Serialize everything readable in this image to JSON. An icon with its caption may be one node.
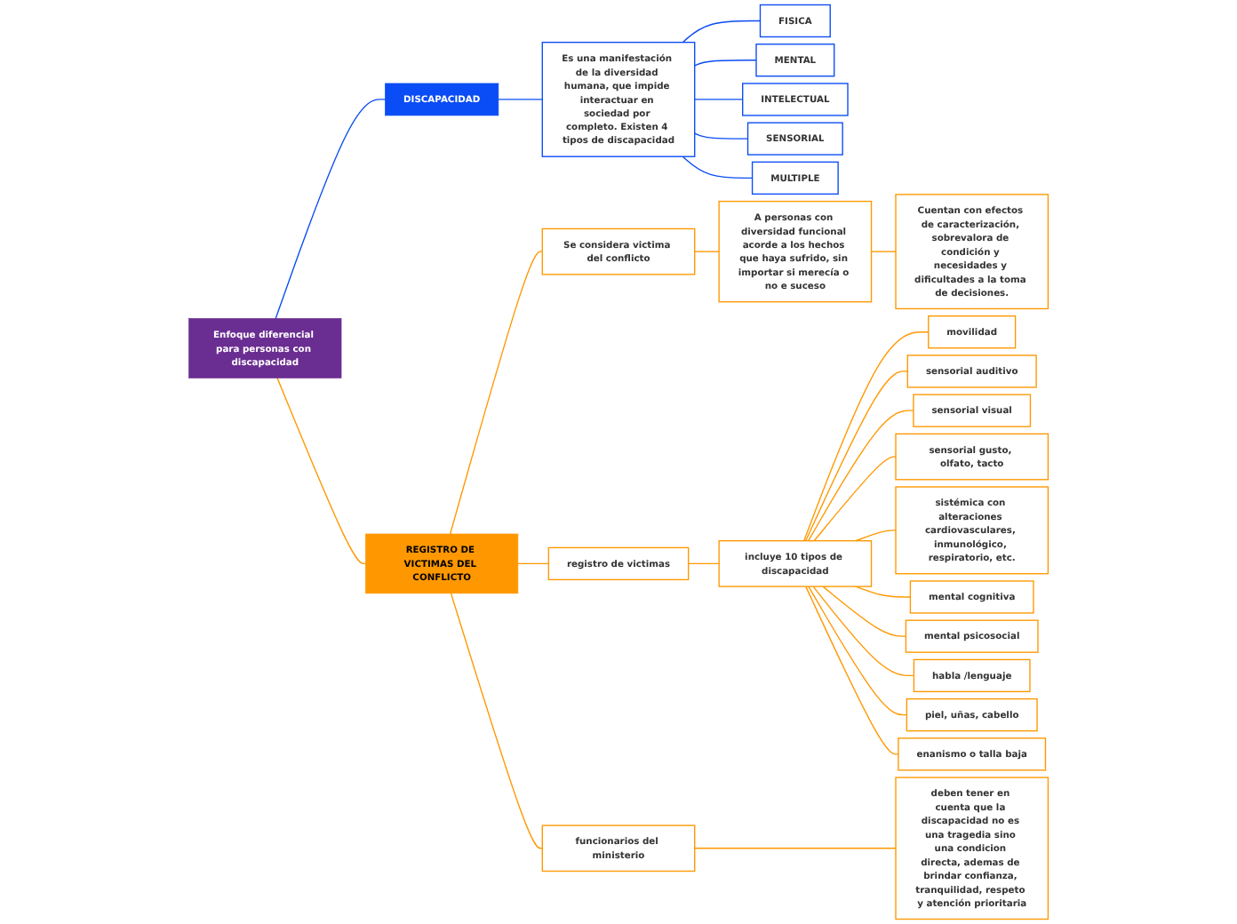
{
  "diagram": {
    "nodes": [
      {
        "text": [
          "Enfoque diferencial para personas con discapacidad"
        ]
      },
      {
        "text": [
          "DISCAPACIDAD"
        ]
      },
      {
        "text": [
          "Es una manifestación de la diversidad humana, que impide interactuar en sociedad por completo. Existen 4 tipos de discapacidad"
        ]
      },
      {
        "text": [
          "FISICA"
        ]
      },
      {
        "text": [
          "MENTAL"
        ]
      },
      {
        "text": [
          "INTELECTUAL"
        ]
      },
      {
        "text": [
          "SENSORIAL"
        ]
      },
      {
        "text": [
          "MULTIPLE"
        ]
      },
      {
        "text": [
          "REGISTRO DE VICTIMAS DEL CONFLICTO"
        ]
      },
      {
        "text": [
          "Se considera victima del conflicto"
        ]
      },
      {
        "text": [
          "A personas con diversidad funcional acorde a los hechos que haya sufrido, sin importar si merecía o no e suceso"
        ]
      },
      {
        "text": [
          "Cuentan con efectos de caracterización, sobrevalora de condición y necesidades y dificultades a la toma de decisiones."
        ]
      },
      {
        "text": [
          "registro de victimas"
        ]
      },
      {
        "text": [
          "incluye 10 tipos de discapacidad"
        ]
      },
      {
        "text": [
          "movilidad"
        ]
      },
      {
        "text": [
          "sensorial auditivo"
        ]
      },
      {
        "text": [
          "sensorial visual"
        ]
      },
      {
        "text": [
          "sensorial gusto, olfato, tacto"
        ]
      },
      {
        "text": [
          "sistémica con alteraciones cardiovasculares, inmunológico, respiratorio, etc."
        ]
      },
      {
        "text": [
          "mental cognitiva"
        ]
      },
      {
        "text": [
          "mental psicosocial"
        ]
      },
      {
        "text": [
          "habla /lenguaje"
        ]
      },
      {
        "text": [
          "piel, uñas, cabello"
        ]
      },
      {
        "text": [
          "enanismo o talla baja"
        ]
      },
      {
        "text": [
          "funcionarios del ministerio"
        ]
      },
      {
        "text": [
          "deben tener en cuenta que la discapacidad no es una tragedia sino una condicion directa, ademas de brindar confianza, tranquilidad, respeto y atención prioritaria"
        ]
      }
    ],
    "edges": [
      {
        "from": 0,
        "to": 1,
        "arrow": "none",
        "color": "#0a4cf5"
      },
      {
        "from": 1,
        "to": 2,
        "arrow": "none",
        "color": "#0a4cf5"
      },
      {
        "from": 2,
        "to": 3,
        "arrow": "none",
        "color": "#0a4cf5"
      },
      {
        "from": 2,
        "to": 4,
        "arrow": "none",
        "color": "#0a4cf5"
      },
      {
        "from": 2,
        "to": 5,
        "arrow": "none",
        "color": "#0a4cf5"
      },
      {
        "from": 2,
        "to": 6,
        "arrow": "none",
        "color": "#0a4cf5"
      },
      {
        "from": 2,
        "to": 7,
        "arrow": "none",
        "color": "#0a4cf5"
      },
      {
        "from": 0,
        "to": 8,
        "arrow": "none"
      },
      {
        "from": 8,
        "to": 9,
        "arrow": "none"
      },
      {
        "from": 9,
        "to": 10,
        "arrow": "none"
      },
      {
        "from": 10,
        "to": 11,
        "arrow": "none"
      },
      {
        "from": 8,
        "to": 12,
        "arrow": "none"
      },
      {
        "from": 12,
        "to": 13,
        "arrow": "none"
      },
      {
        "from": 13,
        "to": 14,
        "arrow": "none"
      },
      {
        "from": 13,
        "to": 15,
        "arrow": "none"
      },
      {
        "from": 13,
        "to": 16,
        "arrow": "none"
      },
      {
        "from": 13,
        "to": 17,
        "arrow": "none"
      },
      {
        "from": 13,
        "to": 18,
        "arrow": "none"
      },
      {
        "from": 13,
        "to": 19,
        "arrow": "none"
      },
      {
        "from": 13,
        "to": 20,
        "arrow": "none"
      },
      {
        "from": 13,
        "to": 21,
        "arrow": "none"
      },
      {
        "from": 13,
        "to": 22,
        "arrow": "none"
      },
      {
        "from": 13,
        "to": 23,
        "arrow": "none"
      },
      {
        "from": 8,
        "to": 24,
        "arrow": "none"
      },
      {
        "from": 24,
        "to": 25,
        "arrow": "none"
      }
    ]
  }
}
